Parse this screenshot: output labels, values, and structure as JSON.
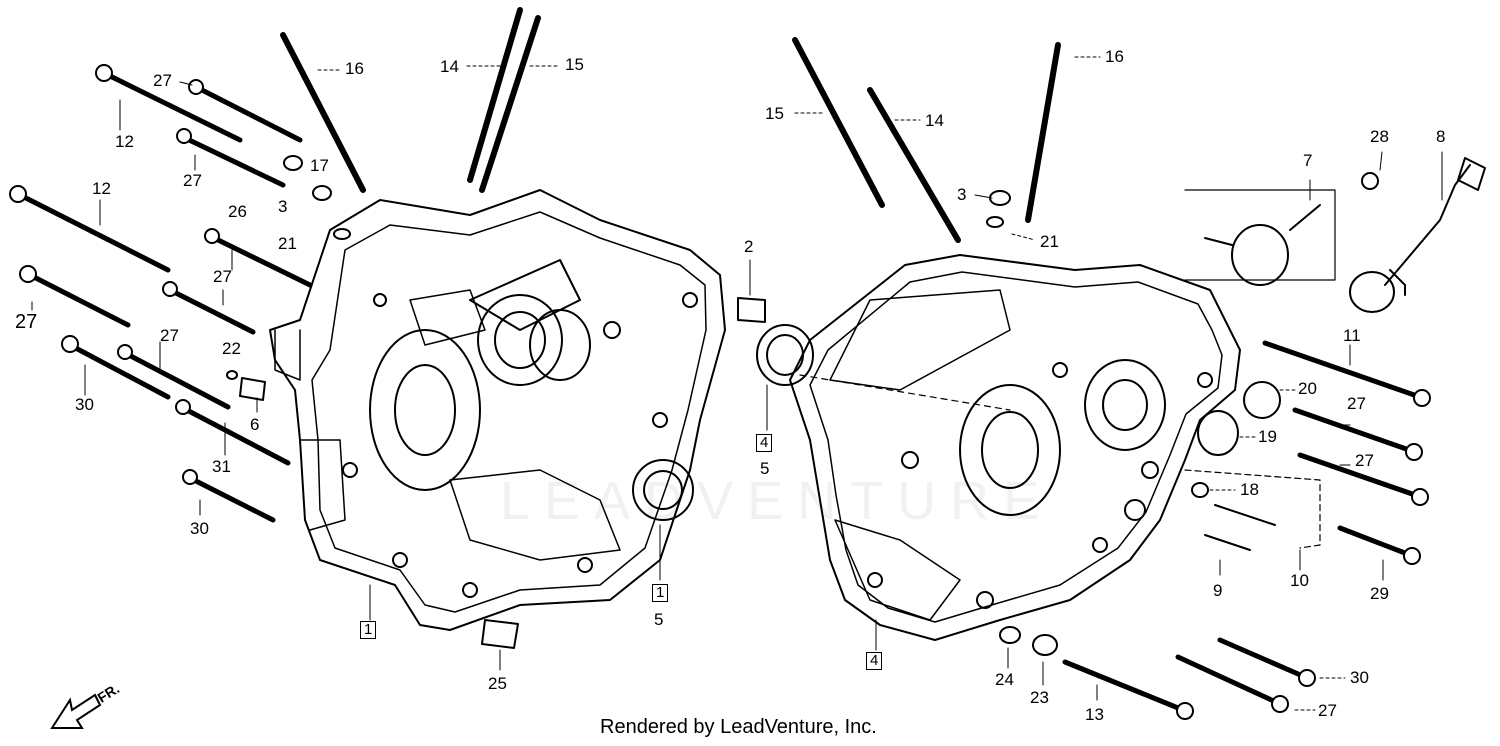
{
  "credit": "Rendered by LeadVenture, Inc.",
  "watermark": "LEADVENTURE",
  "direction_label": "FR.",
  "callouts": [
    "1",
    "2",
    "3",
    "4",
    "5",
    "6",
    "7",
    "8",
    "9",
    "10",
    "11",
    "12",
    "13",
    "14",
    "15",
    "16",
    "17",
    "18",
    "19",
    "20",
    "21",
    "22",
    "23",
    "24",
    "25",
    "26",
    "27",
    "28",
    "29",
    "30",
    "31"
  ],
  "icons": [
    "front-direction-arrow-icon"
  ]
}
